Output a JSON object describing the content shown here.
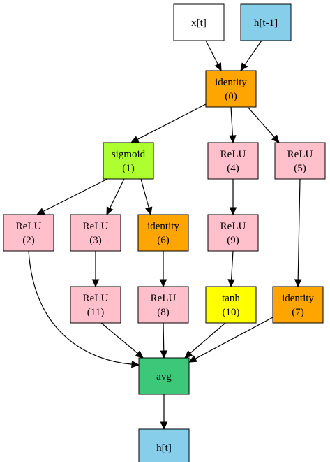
{
  "nodes": [
    {
      "id": "xt",
      "lines": [
        "x[t]"
      ],
      "color": "#ffffff"
    },
    {
      "id": "ht1",
      "lines": [
        "h[t-1]"
      ],
      "color": "#87ceeb"
    },
    {
      "id": "n0",
      "lines": [
        "identity",
        "(0)"
      ],
      "color": "#ffa500"
    },
    {
      "id": "n1",
      "lines": [
        "sigmoid",
        "(1)"
      ],
      "color": "#adff2f"
    },
    {
      "id": "n4",
      "lines": [
        "ReLU",
        "(4)"
      ],
      "color": "#ffc0cb"
    },
    {
      "id": "n5",
      "lines": [
        "ReLU",
        "(5)"
      ],
      "color": "#ffc0cb"
    },
    {
      "id": "n2",
      "lines": [
        "ReLU",
        "(2)"
      ],
      "color": "#ffc0cb"
    },
    {
      "id": "n3",
      "lines": [
        "ReLU",
        "(3)"
      ],
      "color": "#ffc0cb"
    },
    {
      "id": "n6",
      "lines": [
        "identity",
        "(6)"
      ],
      "color": "#ffa500"
    },
    {
      "id": "n9",
      "lines": [
        "ReLU",
        "(9)"
      ],
      "color": "#ffc0cb"
    },
    {
      "id": "n11",
      "lines": [
        "ReLU",
        "(11)"
      ],
      "color": "#ffc0cb"
    },
    {
      "id": "n8",
      "lines": [
        "ReLU",
        "(8)"
      ],
      "color": "#ffc0cb"
    },
    {
      "id": "n10",
      "lines": [
        "tanh",
        "(10)"
      ],
      "color": "#ffff00"
    },
    {
      "id": "n7",
      "lines": [
        "identity",
        "(7)"
      ],
      "color": "#ffa500"
    },
    {
      "id": "avg",
      "lines": [
        "avg"
      ],
      "color": "#3cc878"
    },
    {
      "id": "ht",
      "lines": [
        "h[t]"
      ],
      "color": "#87ceeb"
    }
  ],
  "edges": [
    {
      "from": "xt",
      "to": "n0"
    },
    {
      "from": "ht1",
      "to": "n0"
    },
    {
      "from": "n0",
      "to": "n1"
    },
    {
      "from": "n0",
      "to": "n4"
    },
    {
      "from": "n0",
      "to": "n5"
    },
    {
      "from": "n1",
      "to": "n2"
    },
    {
      "from": "n1",
      "to": "n3"
    },
    {
      "from": "n1",
      "to": "n6"
    },
    {
      "from": "n4",
      "to": "n9"
    },
    {
      "from": "n5",
      "to": "n7"
    },
    {
      "from": "n3",
      "to": "n11"
    },
    {
      "from": "n6",
      "to": "n8"
    },
    {
      "from": "n9",
      "to": "n10"
    },
    {
      "from": "n2",
      "to": "avg"
    },
    {
      "from": "n11",
      "to": "avg"
    },
    {
      "from": "n8",
      "to": "avg"
    },
    {
      "from": "n10",
      "to": "avg"
    },
    {
      "from": "n7",
      "to": "avg"
    },
    {
      "from": "avg",
      "to": "ht"
    }
  ]
}
